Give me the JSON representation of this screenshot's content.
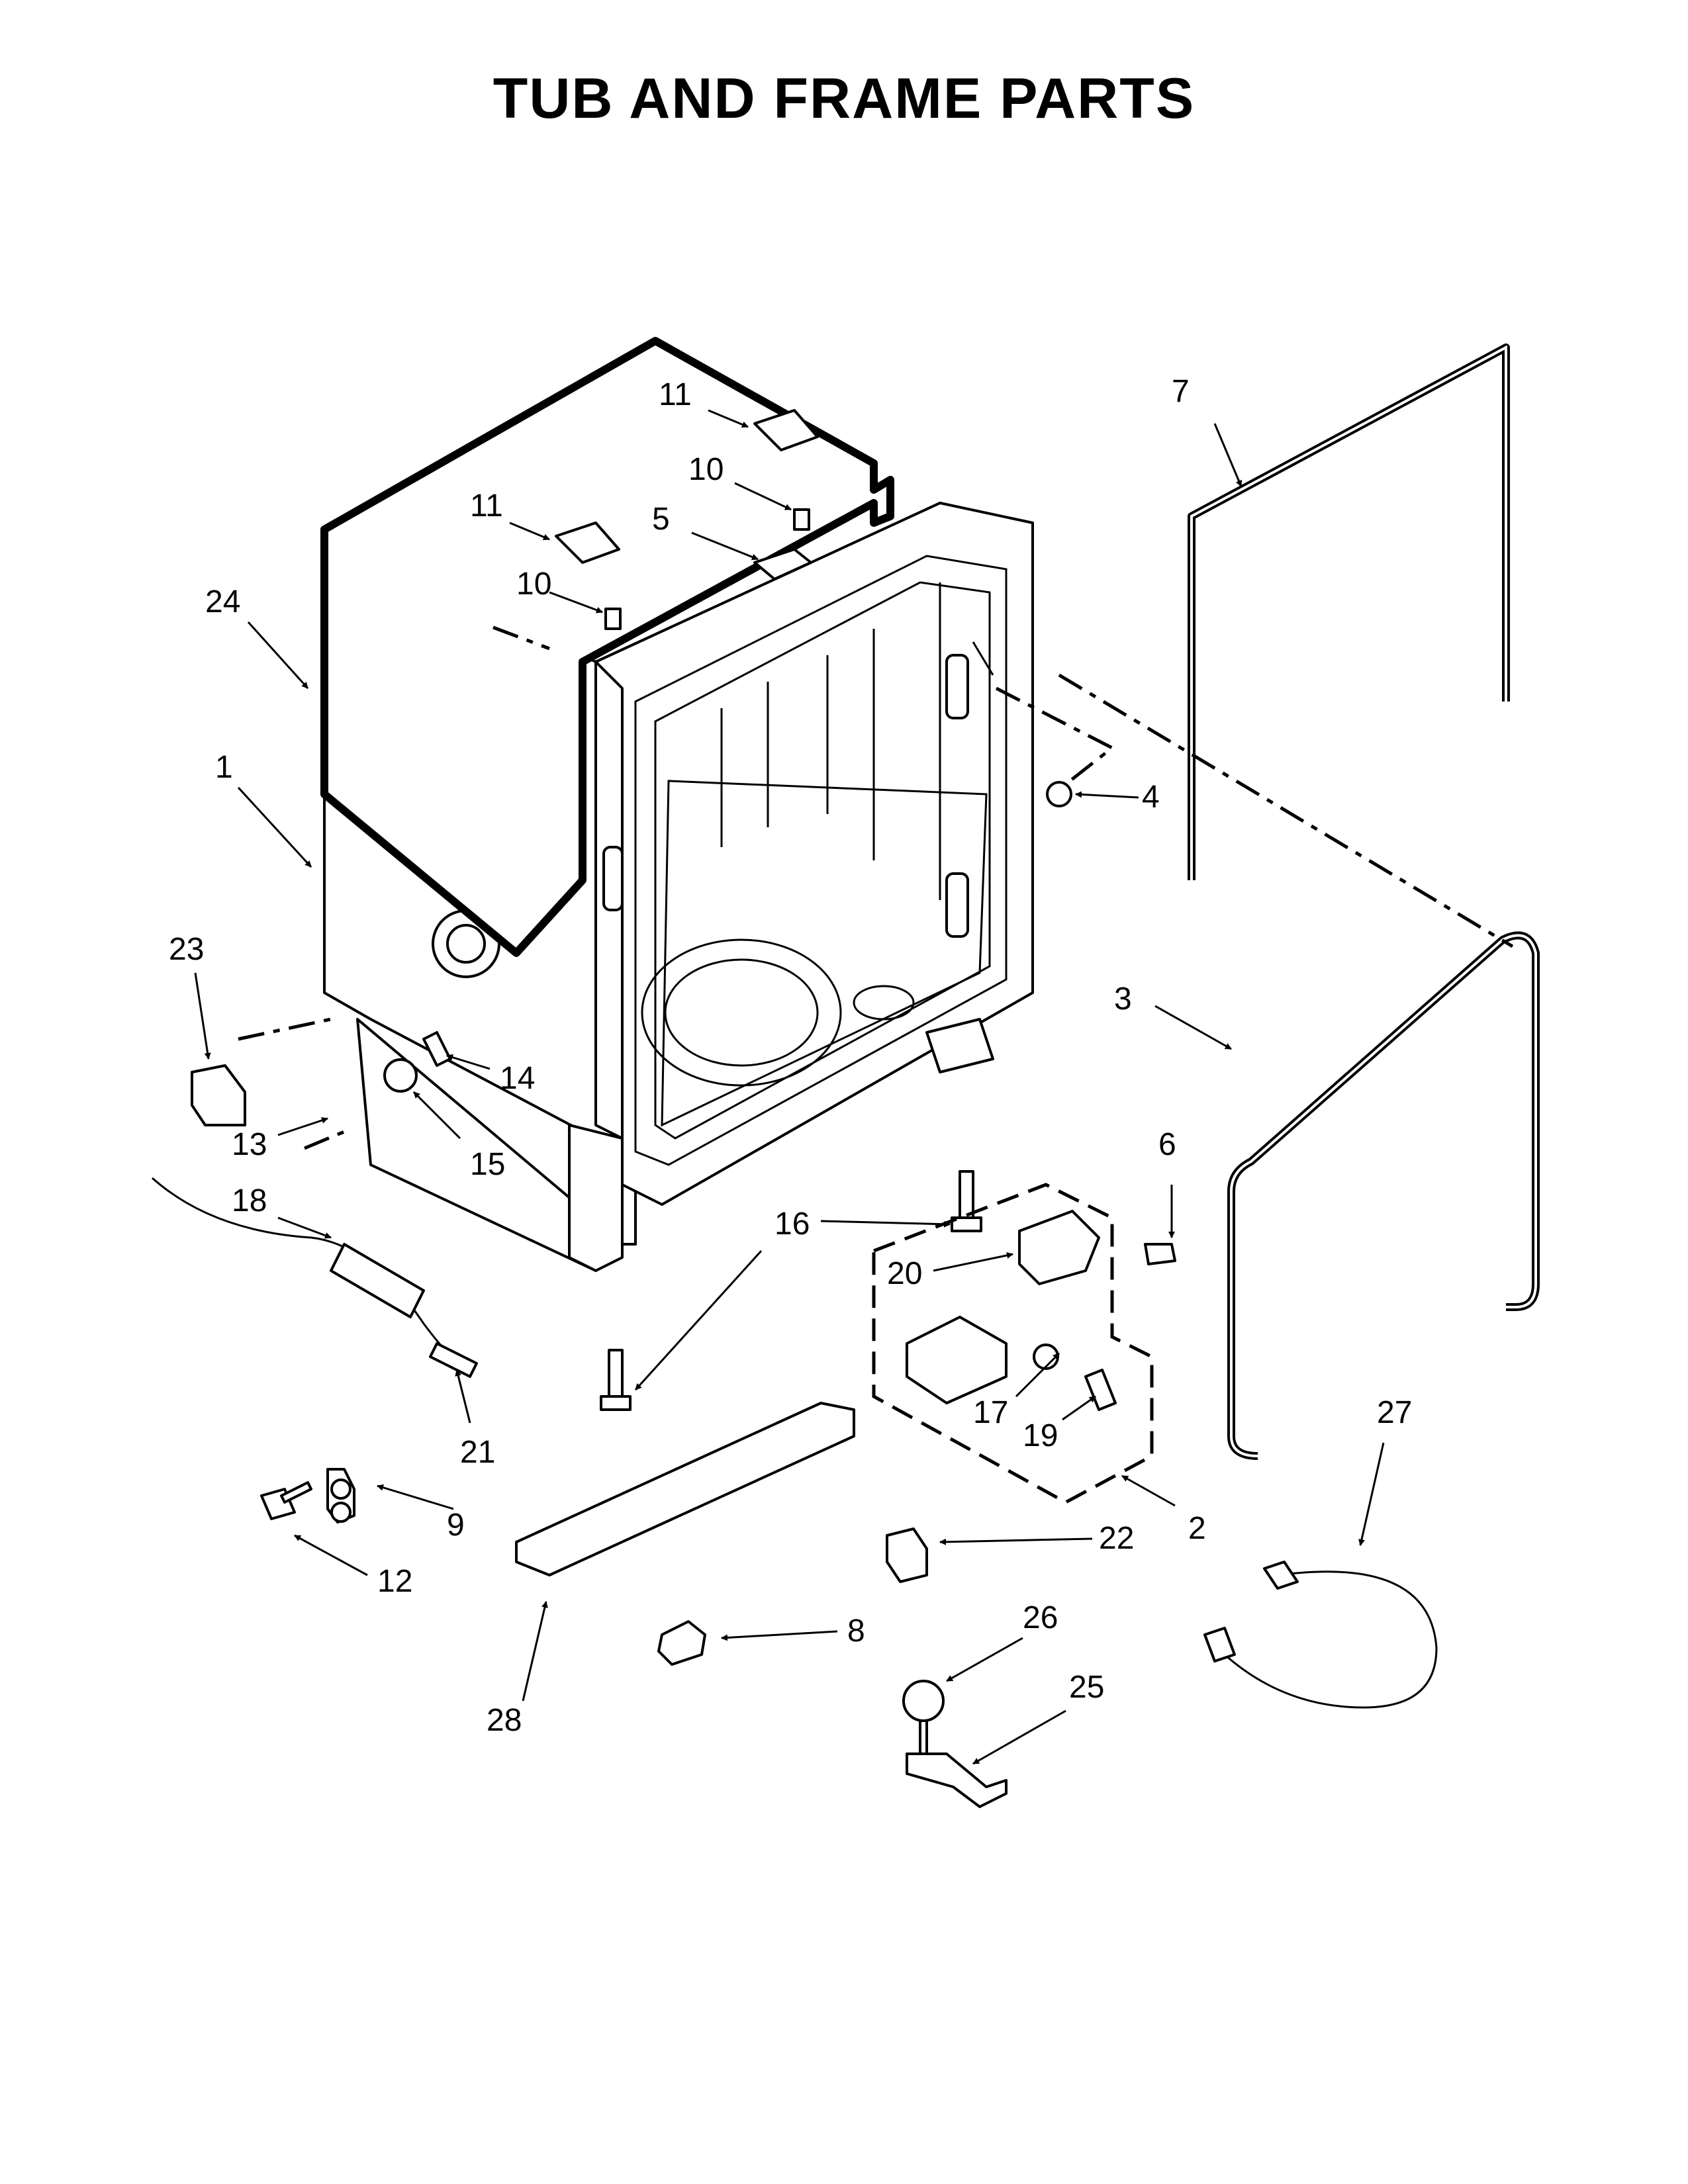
{
  "title": "TUB AND FRAME PARTS",
  "callouts": [
    "1",
    "2",
    "3",
    "4",
    "5",
    "6",
    "7",
    "8",
    "9",
    "10",
    "10",
    "11",
    "11",
    "12",
    "13",
    "14",
    "15",
    "16",
    "17",
    "18",
    "19",
    "20",
    "21",
    "22",
    "23",
    "24",
    "25",
    "26",
    "27",
    "28"
  ]
}
